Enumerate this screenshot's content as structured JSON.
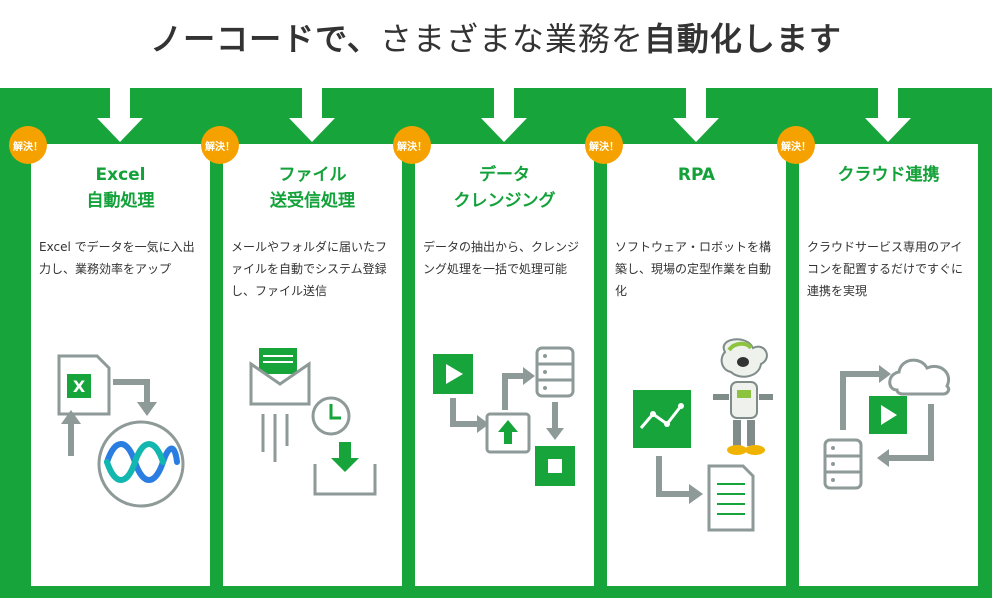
{
  "headline": {
    "part1": "ノーコードで、",
    "part2": "さまざまな業務を",
    "part3": "自動化します"
  },
  "badge_label": "解決！",
  "colors": {
    "green": "#16a43b",
    "orange": "#f5a200",
    "gray": "#8e9a98"
  },
  "cards": [
    {
      "title_line1": "Excel",
      "title_line2": "自動処理",
      "description": "Excel でデータを一気に入出力し、業務効率をアップ",
      "icons": [
        "excel-icon",
        "loop-arrow-icon",
        "logo-wave-icon"
      ]
    },
    {
      "title_line1": "ファイル",
      "title_line2": "送受信処理",
      "description": "メールやフォルダに届いたファイルを自動でシステム登録し、ファイル送信",
      "icons": [
        "envelope-icon",
        "clock-icon",
        "download-tray-icon"
      ]
    },
    {
      "title_line1": "データ",
      "title_line2": "クレンジング",
      "description": "データの抽出から、クレンジング処理を一括で処理可能",
      "icons": [
        "play-icon",
        "database-icon",
        "upload-drive-icon",
        "stop-icon"
      ]
    },
    {
      "title_line1": "RPA",
      "title_line2": "",
      "description": "ソフトウェア・ロボットを構築し、現場の定型作業を自動化",
      "icons": [
        "robot-mascot-icon",
        "line-chart-icon",
        "document-icon"
      ]
    },
    {
      "title_line1": "クラウド連携",
      "title_line2": "",
      "description": "クラウドサービス専用のアイコンを配置するだけですぐに連携を実現",
      "icons": [
        "cloud-icon",
        "play-icon",
        "database-icon"
      ]
    }
  ]
}
